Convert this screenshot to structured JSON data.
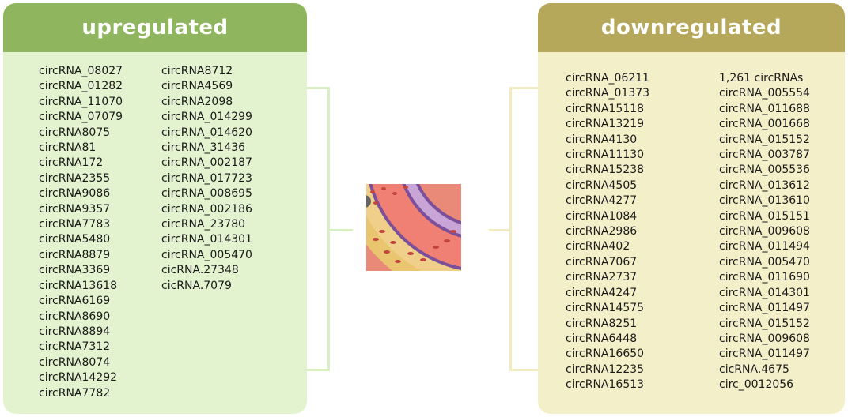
{
  "upregulated": {
    "title": "upregulated",
    "column1": [
      "circRNA_08027",
      "circRNA_01282",
      "circRNA_11070",
      "circRNA_07079",
      "circRNA8075",
      "circRNA81",
      "circRNA172",
      "circRNA2355",
      "circRNA9086",
      "circRNA9357",
      "circRNA7783",
      "circRNA5480",
      "circRNA8879",
      "circRNA3369",
      "circRNA13618",
      "circRNA6169",
      "circRNA8690",
      "circRNA8894",
      "circRNA7312",
      "circRNA8074",
      "circRNA14292",
      "circRNA7782"
    ],
    "column2": [
      "circRNA8712",
      "circRNA4569",
      "circRNA2098",
      "circRNA_014299",
      "circRNA_014620",
      "circRNA_31436",
      "circRNA_002187",
      "circRNA_017723",
      "circRNA_008695",
      "circRNA_002186",
      "circRNA_23780",
      "circRNA_014301",
      "circRNA_005470",
      "cicRNA.27348",
      "cicRNA.7079"
    ]
  },
  "downregulated": {
    "title": "downregulated",
    "column1": [
      "circRNA_06211",
      "circRNA_01373",
      "circRNA15118",
      "circRNA13219",
      "circRNA4130",
      "circRNA11130",
      "circRNA15238",
      "circRNA4505",
      "circRNA4277",
      "circRNA1084",
      "circRNA2986",
      "circRNA402",
      "circRNA7067",
      "circRNA2737",
      "circRNA4247",
      "circRNA14575",
      "circRNA8251",
      "circRNA6448",
      "circRNA16650",
      "circRNA12235",
      "circRNA16513"
    ],
    "column2": [
      "1,261 circRNAs",
      "circRNA_005554",
      "circRNA_011688",
      "circRNA_001668",
      "circRNA_015152",
      "circRNA_003787",
      "circRNA_005536",
      "circRNA_013612",
      "circRNA_013610",
      "circRNA_015151",
      "circRNA_009608",
      "circRNA_011494",
      "circRNA_005470",
      "circRNA_011690",
      "circRNA_014301",
      "circRNA_011497",
      "circRNA_015152",
      "circRNA_009608",
      "circRNA_011497",
      "cicRNA.4675",
      "circ_0012056"
    ]
  },
  "colors": {
    "up_header": "#8fb65e",
    "up_body": "#e3f3cf",
    "down_header": "#b5a85a",
    "down_body": "#f3f0c9"
  },
  "illustration": "blood-vessel-wall-cross-section"
}
